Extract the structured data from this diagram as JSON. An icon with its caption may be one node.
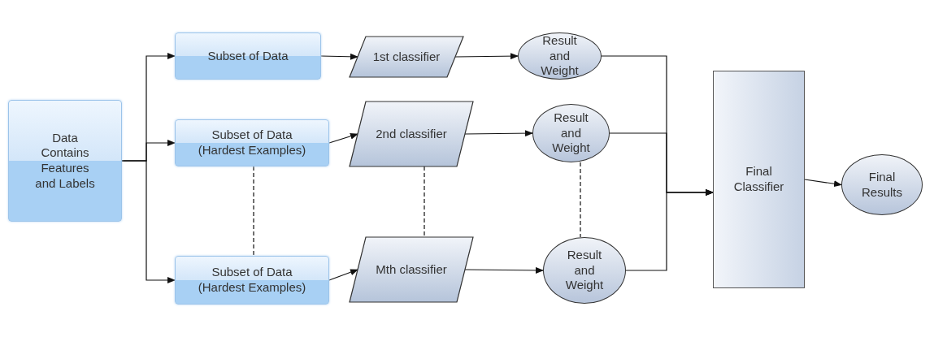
{
  "diagram": {
    "nodes": [
      {
        "text": [
          "Data Contains Features and Labels"
        ]
      },
      {
        "text": [
          "Subset of Data"
        ]
      },
      {
        "text": [
          "Subset of Data (Hardest Examples)"
        ]
      },
      {
        "text": [
          "Subset of Data (Hardest Examples)"
        ]
      },
      {
        "text": [
          "1st classifier"
        ]
      },
      {
        "text": [
          "2nd classifier"
        ]
      },
      {
        "text": [
          "Mth classifier"
        ]
      },
      {
        "text": [
          "Result and Weight"
        ]
      },
      {
        "text": [
          "Result and Weight"
        ]
      },
      {
        "text": [
          "Result and Weight"
        ]
      },
      {
        "text": [
          "Final Classifier"
        ]
      },
      {
        "text": [
          "Final Results"
        ]
      }
    ],
    "edges": [
      {
        "from": 0,
        "to": 1,
        "arrow": "to"
      },
      {
        "from": 0,
        "to": 2,
        "arrow": "to"
      },
      {
        "from": 0,
        "to": 3,
        "arrow": "to"
      },
      {
        "from": 1,
        "to": 4,
        "arrow": "to"
      },
      {
        "from": 2,
        "to": 5,
        "arrow": "to"
      },
      {
        "from": 3,
        "to": 6,
        "arrow": "to"
      },
      {
        "from": 4,
        "to": 7,
        "arrow": "to"
      },
      {
        "from": 5,
        "to": 8,
        "arrow": "to"
      },
      {
        "from": 6,
        "to": 9,
        "arrow": "to"
      },
      {
        "from": 7,
        "to": 10,
        "arrow": "to"
      },
      {
        "from": 8,
        "to": 10,
        "arrow": "to"
      },
      {
        "from": 9,
        "to": 10,
        "arrow": "to"
      },
      {
        "from": 10,
        "to": 11,
        "arrow": "to"
      },
      {
        "from": 2,
        "to": 3,
        "arrow": "none",
        "style": "dashed"
      },
      {
        "from": 5,
        "to": 6,
        "arrow": "none",
        "style": "dashed"
      },
      {
        "from": 8,
        "to": 9,
        "arrow": "none",
        "style": "dashed"
      }
    ]
  }
}
